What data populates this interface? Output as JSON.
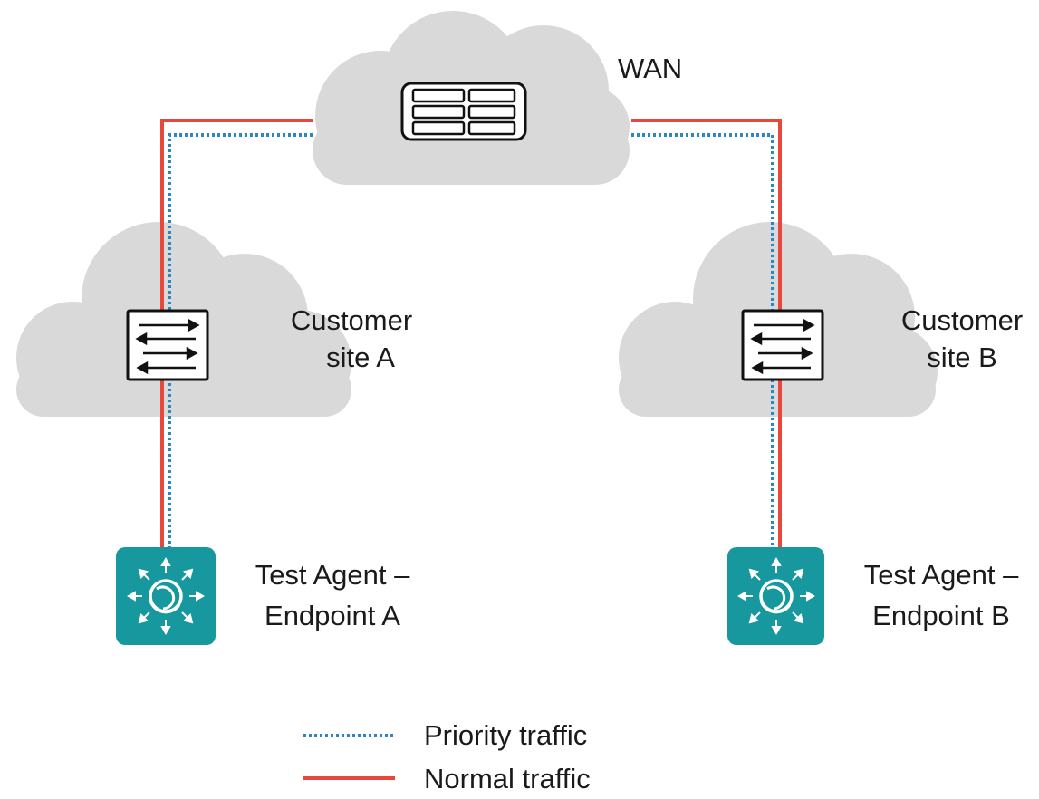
{
  "labels": {
    "wan": "WAN",
    "site_a_line1": "Customer",
    "site_a_line2": "site A",
    "site_b_line1": "Customer",
    "site_b_line2": "site B",
    "agent_a_line1": "Test Agent –",
    "agent_a_line2": "Endpoint A",
    "agent_b_line1": "Test Agent –",
    "agent_b_line2": "Endpoint B"
  },
  "legend": {
    "priority": "Priority traffic",
    "normal": "Normal traffic"
  },
  "colors": {
    "normal_line": "#e8473b",
    "priority_line": "#2b86c5",
    "cloud": "#d9d9d9",
    "agent": "#17989f"
  },
  "icons": {
    "wan_device": "router-rack-icon",
    "site_switch": "switch-arrows-icon",
    "test_agent": "test-agent-icon"
  }
}
